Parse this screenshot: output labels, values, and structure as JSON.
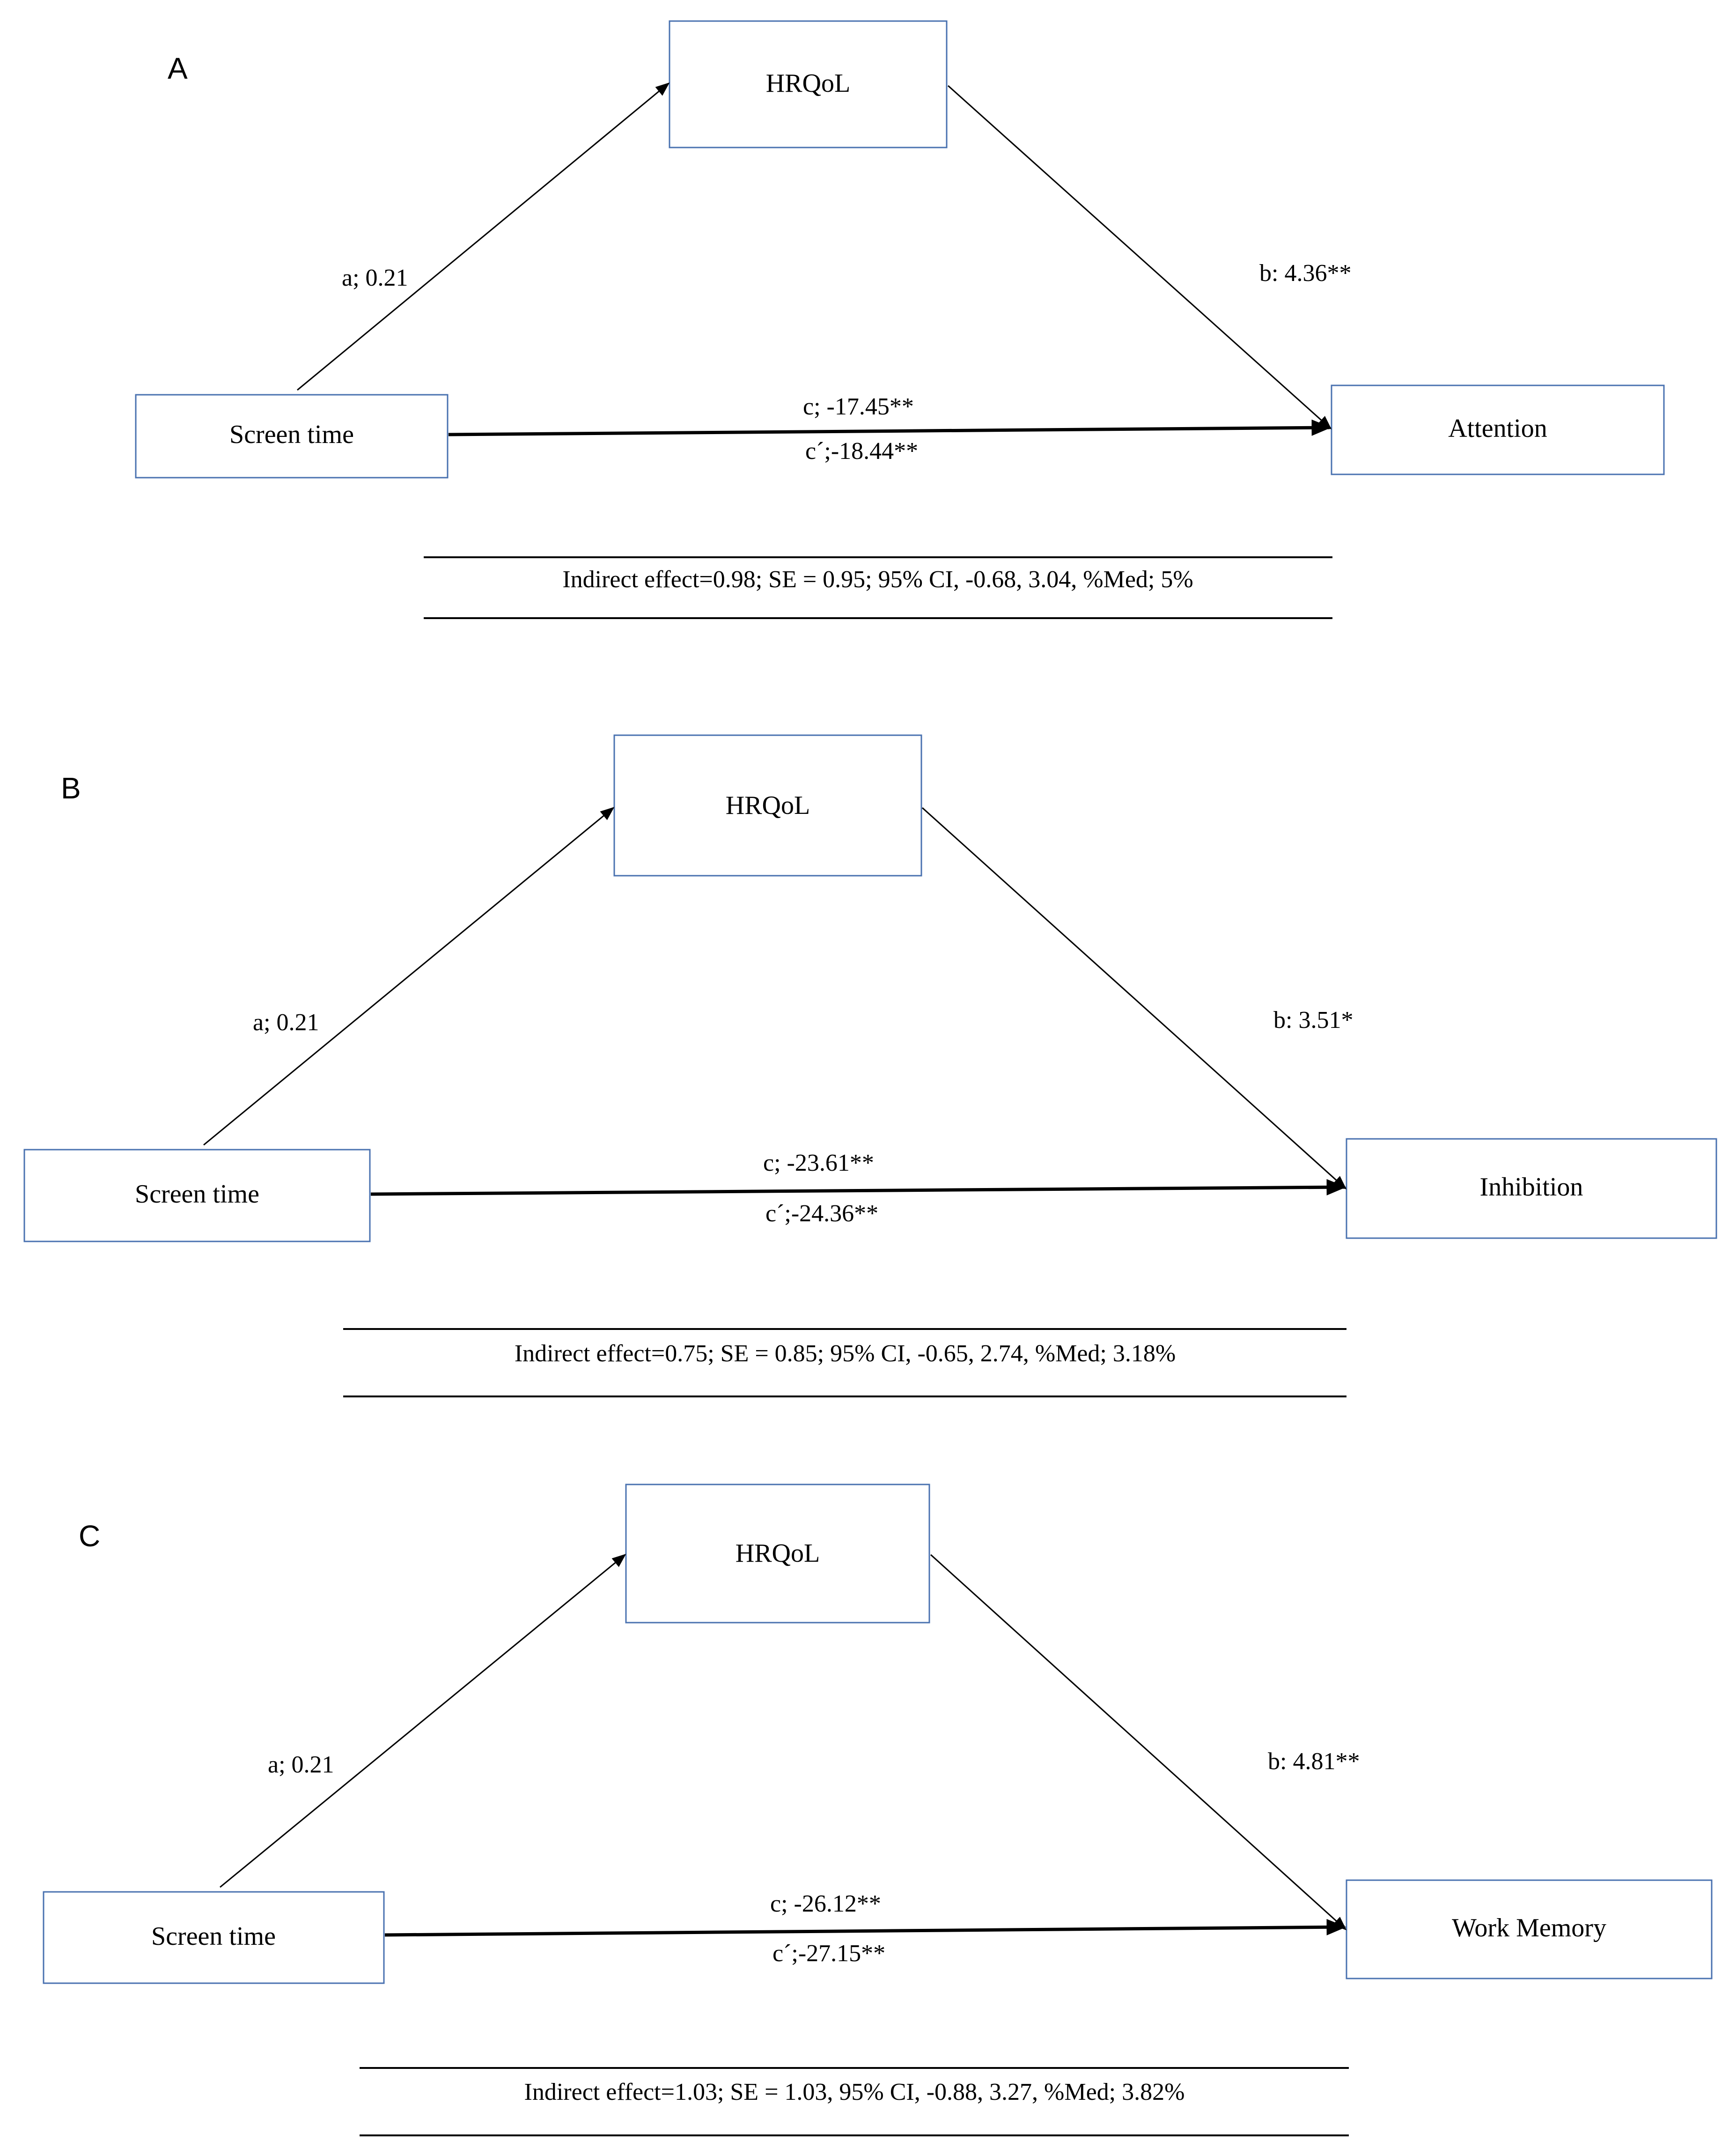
{
  "panels": [
    {
      "letter": "A",
      "nodes": {
        "mediator": "HRQoL",
        "predictor": "Screen time",
        "outcome": "Attention"
      },
      "paths": {
        "a": "a; 0.21",
        "b": "b: 4.36**",
        "c": "c; -17.45**",
        "c_prime": "c´;-18.44**"
      },
      "summary": "Indirect effect=0.98; SE = 0.95; 95% CI, -0.68, 3.04, %Med; 5%"
    },
    {
      "letter": "B",
      "nodes": {
        "mediator": "HRQoL",
        "predictor": "Screen time",
        "outcome": "Inhibition"
      },
      "paths": {
        "a": "a; 0.21",
        "b": "b: 3.51*",
        "c": "c; -23.61**",
        "c_prime": "c´;-24.36**"
      },
      "summary": "Indirect effect=0.75; SE = 0.85; 95% CI, -0.65, 2.74, %Med; 3.18%"
    },
    {
      "letter": "C",
      "nodes": {
        "mediator": "HRQoL",
        "predictor": "Screen time",
        "outcome": "Work Memory"
      },
      "paths": {
        "a": "a; 0.21",
        "b": "b: 4.81**",
        "c": "c; -26.12**",
        "c_prime": "c´;-27.15**"
      },
      "summary": "Indirect effect=1.03; SE = 1.03, 95% CI, -0.88, 3.27, %Med; 3.82%"
    }
  ]
}
